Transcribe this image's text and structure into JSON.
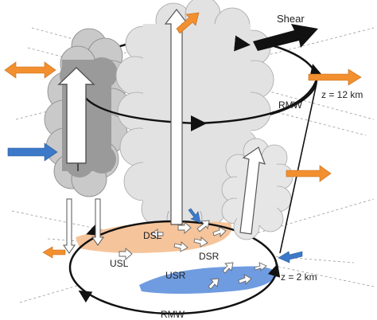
{
  "labels": {
    "shear": "Shear",
    "rmw_top": "RMW",
    "rmw_bottom": "RMW",
    "z_top": "z = 12 km",
    "z_bottom": "z = 2 km",
    "dsl": "DSL",
    "usl": "USL",
    "dsr": "DSR",
    "usr": "USR"
  },
  "colors": {
    "orange": "#f28f2f",
    "blue": "#3c79c8",
    "orange_region": "#f6c49b",
    "blue_region": "#6f9ce0",
    "cloud_dark": "#9a9a9a",
    "cloud_mid": "#c4c4c4",
    "cloud_light": "#e1e1e1",
    "line": "#111111"
  }
}
